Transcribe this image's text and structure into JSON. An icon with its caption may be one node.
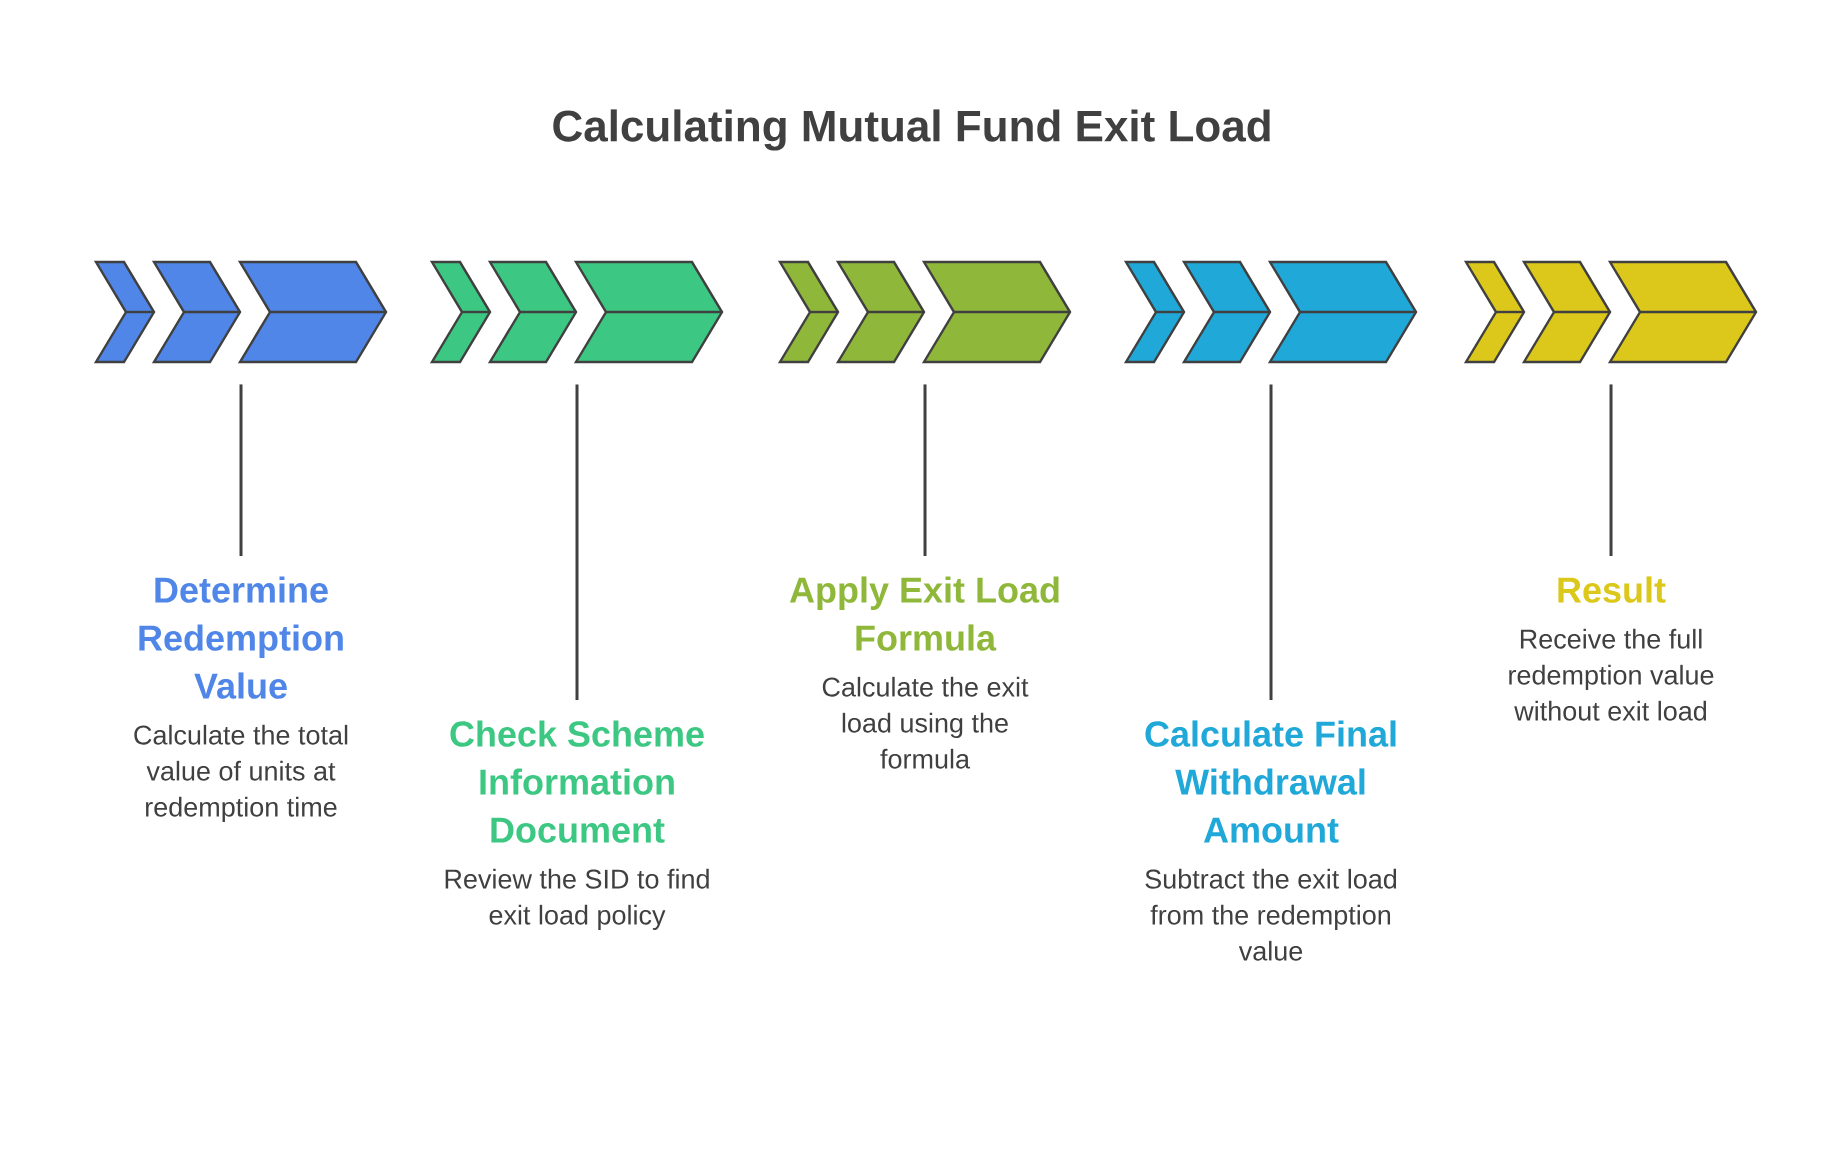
{
  "diagram": {
    "title": "Calculating Mutual Fund Exit Load",
    "nodes": [
      {
        "text": [],
        "shape": "chevron"
      },
      {
        "text": [
          "Determine Redemption Value",
          "Calculate the total value of units at redemption time"
        ]
      },
      {
        "text": [],
        "shape": "chevron"
      },
      {
        "text": [
          "Check Scheme Information Document",
          "Review the SID to find exit load policy"
        ]
      },
      {
        "text": [],
        "shape": "chevron"
      },
      {
        "text": [
          "Apply Exit Load Formula",
          "Calculate the exit load using the formula"
        ]
      },
      {
        "text": [],
        "shape": "chevron"
      },
      {
        "text": [
          "Calculate Final Withdrawal Amount",
          "Subtract the exit load from the redemption value"
        ]
      },
      {
        "text": [],
        "shape": "chevron"
      },
      {
        "text": [
          "Result",
          "Receive the full redemption value without exit load"
        ]
      }
    ],
    "edges": [
      {
        "from": 0,
        "to": 1,
        "arrow": "none"
      },
      {
        "from": 2,
        "to": 3,
        "arrow": "none"
      },
      {
        "from": 4,
        "to": 5,
        "arrow": "none"
      },
      {
        "from": 6,
        "to": 7,
        "arrow": "none"
      },
      {
        "from": 8,
        "to": 9,
        "arrow": "none"
      }
    ]
  }
}
